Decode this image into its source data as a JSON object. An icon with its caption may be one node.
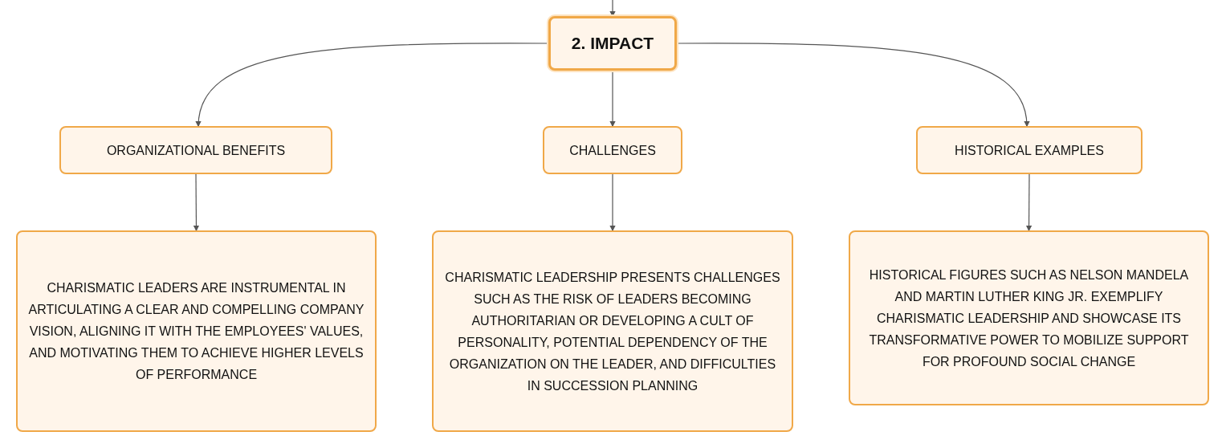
{
  "diagram": {
    "nodes": [
      {
        "text": [
          "2. IMPACT"
        ]
      },
      {
        "text": [
          "ORGANIZATIONAL BENEFITS"
        ]
      },
      {
        "text": [
          "CHALLENGES"
        ]
      },
      {
        "text": [
          "HISTORICAL EXAMPLES"
        ]
      },
      {
        "text": [
          "CHARISMATIC LEADERS ARE INSTRUMENTAL IN ARTICULATING A CLEAR AND COMPELLING COMPANY VISION, ALIGNING IT WITH THE EMPLOYEES' VALUES, AND MOTIVATING THEM TO ACHIEVE HIGHER LEVELS OF PERFORMANCE"
        ]
      },
      {
        "text": [
          "CHARISMATIC LEADERSHIP PRESENTS CHALLENGES SUCH AS THE RISK OF LEADERS BECOMING AUTHORITARIAN OR DEVELOPING A CULT OF PERSONALITY, POTENTIAL DEPENDENCY OF THE ORGANIZATION ON THE LEADER, AND DIFFICULTIES IN SUCCESSION PLANNING"
        ]
      },
      {
        "text": [
          "HISTORICAL FIGURES SUCH AS NELSON MANDELA AND MARTIN LUTHER KING JR. EXEMPLIFY CHARISMATIC LEADERSHIP AND SHOWCASE ITS TRANSFORMATIVE POWER TO MOBILIZE SUPPORT FOR PROFOUND SOCIAL CHANGE"
        ]
      }
    ],
    "edges": [
      {
        "from": null,
        "to": 0,
        "arrow": "to"
      },
      {
        "from": 0,
        "to": 1,
        "arrow": "to"
      },
      {
        "from": 0,
        "to": 2,
        "arrow": "to"
      },
      {
        "from": 0,
        "to": 3,
        "arrow": "to"
      },
      {
        "from": 1,
        "to": 4,
        "arrow": "to"
      },
      {
        "from": 2,
        "to": 5,
        "arrow": "to"
      },
      {
        "from": 3,
        "to": 6,
        "arrow": "to"
      }
    ]
  }
}
